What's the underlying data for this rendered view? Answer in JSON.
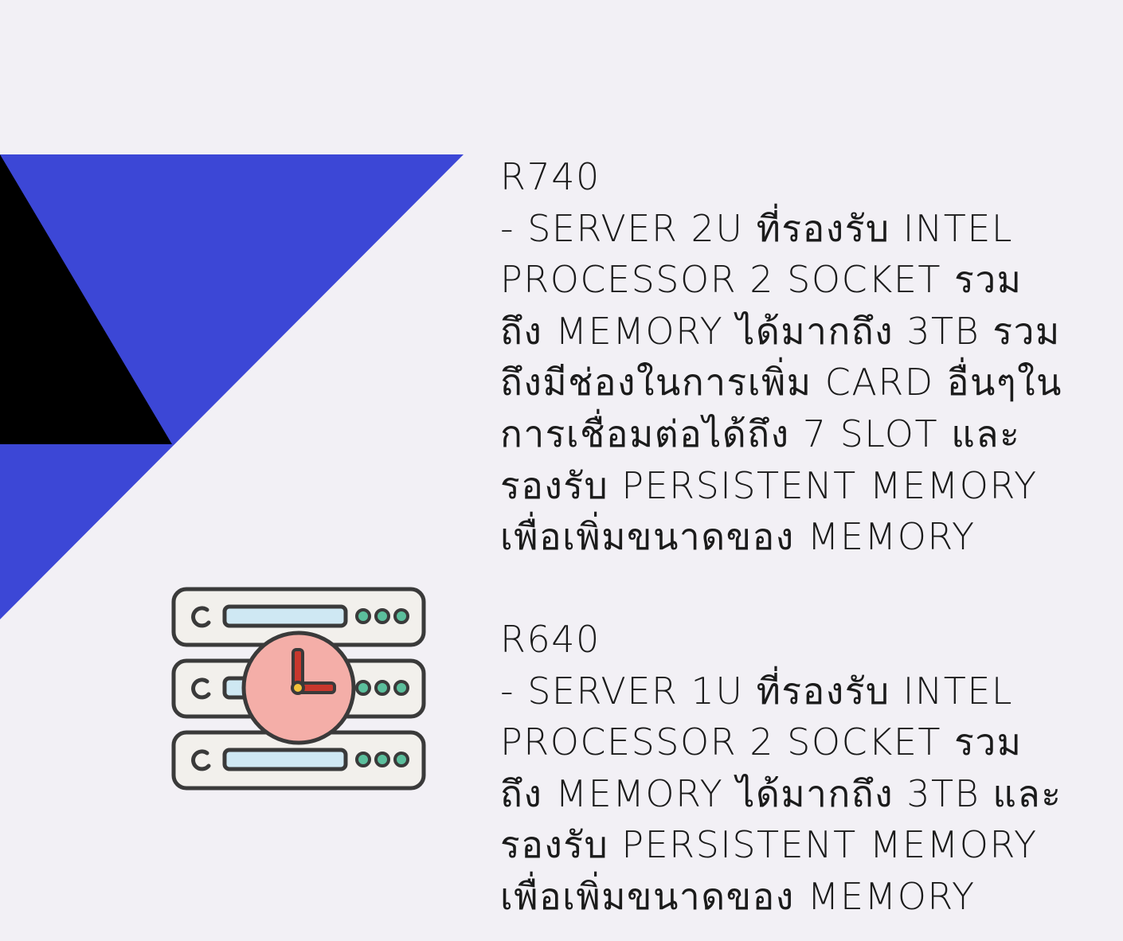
{
  "colors": {
    "background": "#f2f0f5",
    "accent_blue": "#3c47d6",
    "black": "#000000",
    "text": "#1b1b1b",
    "clock_face": "#f4aea8",
    "clock_hand": "#c8372d",
    "clock_center": "#f4c33a",
    "server_panel": "#f2f0ec",
    "server_bar": "#cfe8f3",
    "server_dot": "#5bbf9c",
    "outline": "#3a3a3a"
  },
  "icons": [
    "server-icon",
    "clock-icon"
  ],
  "r740": {
    "lines": [
      "R740",
      "- SERVER 2U ที่รองรับ INTEL",
      "PROCESSOR 2 SOCKET รวม",
      "ถึง MEMORY ได้มากถึง 3TB รวม",
      "ถึงมีช่องในการเพิ่ม CARD อื่นๆใน",
      "การเชื่อมต่อได้ถึง 7 SLOT และ",
      "รองรับ PERSISTENT MEMORY",
      "เพื่อเพิ่มขนาดของ MEMORY"
    ]
  },
  "r640": {
    "lines": [
      "R640",
      "- SERVER 1U ที่รองรับ INTEL",
      "PROCESSOR 2 SOCKET รวม",
      "ถึง MEMORY ได้มากถึง 3TB และ",
      "รองรับ PERSISTENT MEMORY",
      "เพื่อเพิ่มขนาดของ MEMORY"
    ]
  }
}
